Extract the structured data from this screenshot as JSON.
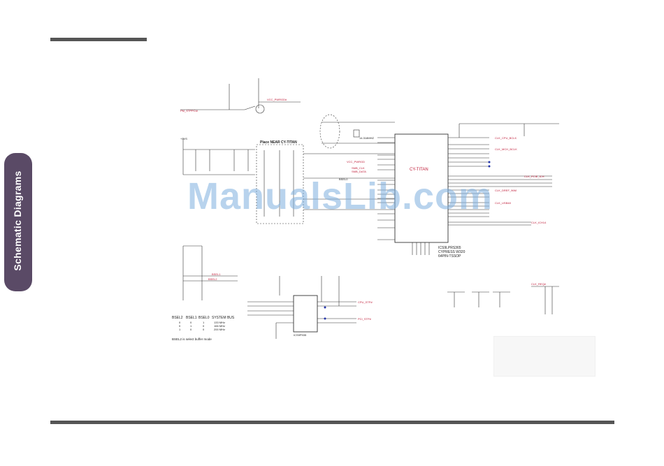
{
  "side_tab": {
    "label": "Schematic Diagrams"
  },
  "watermark": {
    "text": "ManualsLib.com"
  },
  "chip": {
    "name": "CY-TITAN",
    "part": "ICS9LPRS365",
    "vendor_line": "CYPRESS W320",
    "package": "64PIN-TSSOP"
  },
  "place_near": {
    "label": "Place NEAR CY-TITAN"
  },
  "net_labels": {
    "vdd_3v": "+3VS",
    "vcc_sw": "VCC_PWRGD#",
    "stop": "PM_STPPCI#",
    "xtal": "14.318MHZ",
    "clk_pwrgd": "VCC_PWRGD",
    "smb_clk": "SMB_CLK",
    "smb_data": "SMB_DATA",
    "bsel0": "BSEL0",
    "bsel1": "BSEL1",
    "bsel2": "BSEL2",
    "cpu_clk0": "CLK_CPU_BCLK",
    "cpu_clk1": "CLK_MCH_BCLK",
    "pcie_clk": "CLK_PCIE_ICH",
    "dot96": "CLK_DREF_96M",
    "usb48": "CLK_USB48",
    "ich14": "CLK_ICH14",
    "clk_req": "CLK_REQ#",
    "cpu_stp": "CPU_STP#",
    "pci_stp": "PCI_STP#",
    "buf_ic": "ICS9P935"
  },
  "bsel_table": {
    "headers": [
      "BSEL2",
      "BSEL1",
      "BSEL0",
      "SYSTEM BUS"
    ],
    "rows": [
      [
        "0",
        "0",
        "1",
        "133 MHz"
      ],
      [
        "0",
        "1",
        "0",
        "166 MHz"
      ],
      [
        "1",
        "0",
        "0",
        "200 MHz"
      ]
    ],
    "note": "BSEL2 is select buffer mode"
  },
  "colors": {
    "tab": "#5a4a66",
    "rule": "#555555",
    "wire": "#333333",
    "net_red": "#c0203c",
    "net_blue": "#2233aa",
    "watermark": "#7fb0e0"
  }
}
